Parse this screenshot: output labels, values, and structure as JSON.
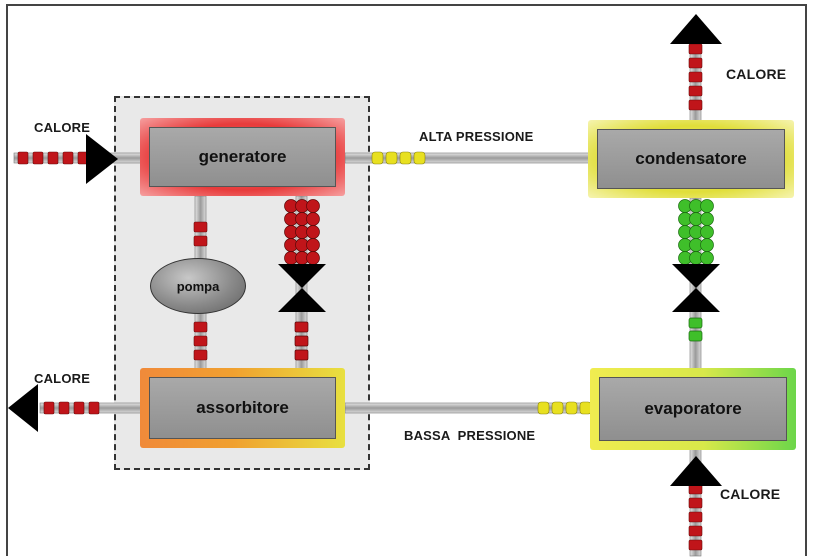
{
  "nodes": {
    "generatore": "generatore",
    "condensatore": "condensatore",
    "assorbitore": "assorbitore",
    "evaporatore": "evaporatore",
    "pompa": "pompa"
  },
  "labels": {
    "calore_in_top_left": "CALORE",
    "calore_out_top_right": "CALORE",
    "calore_out_bottom_left": "CALORE",
    "calore_in_bottom_right": "CALORE",
    "alta_pressione": "ALTA PRESSIONE",
    "bassa_pressione": "BASSA  PRESSIONE"
  },
  "colors": {
    "hot_red": "#c0151a",
    "refrigerant_yellow": "#e8e020",
    "liquid_green": "#3fbf2a",
    "pipe_gray": "#b5b5b5",
    "arrow_black": "#000000"
  }
}
